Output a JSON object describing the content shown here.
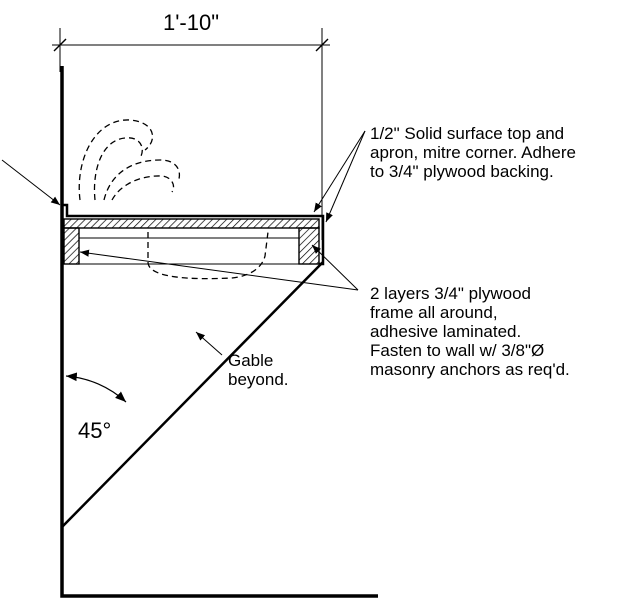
{
  "dimension": {
    "label": "1'-10\""
  },
  "callouts": {
    "top": {
      "lines": [
        "1/2\" Solid surface top and",
        "apron, mitre corner. Adhere",
        "to 3/4\" plywood backing."
      ]
    },
    "frame": {
      "lines": [
        "2 layers 3/4\" plywood",
        "frame all around,",
        "adhesive laminated.",
        "Fasten to wall w/ 3/8\"Ø",
        "masonry anchors as req'd."
      ]
    },
    "gable": {
      "lines": [
        "Gable",
        "beyond."
      ]
    }
  },
  "angle": {
    "label": "45°"
  }
}
